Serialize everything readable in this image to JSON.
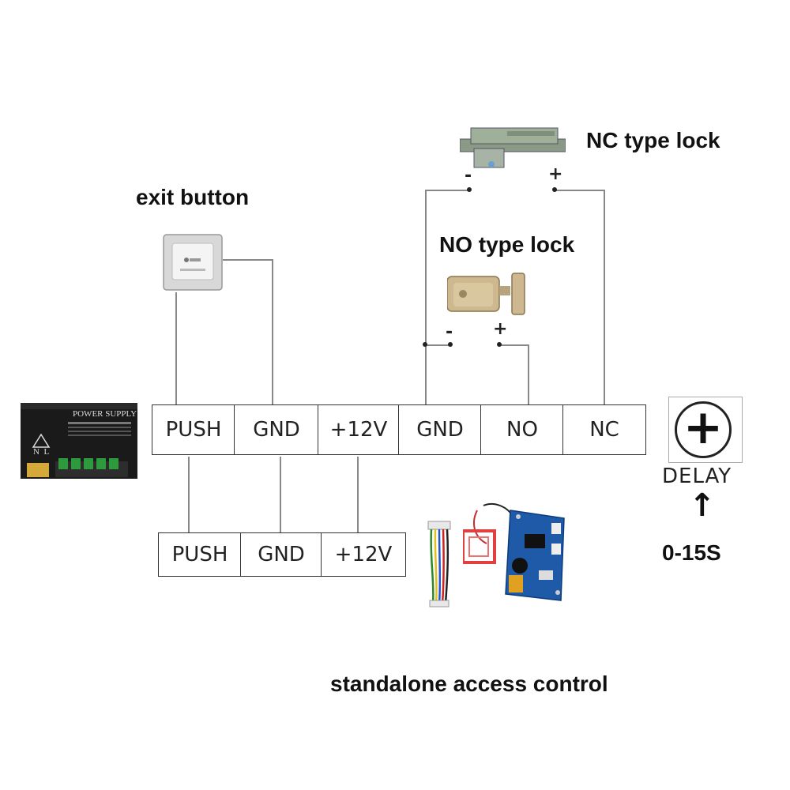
{
  "labels": {
    "nc_lock": "NC type lock",
    "exit_button": "exit button",
    "no_lock": "NO type lock",
    "standalone": "standalone access control",
    "delay": "DELAY",
    "delay_range": "0-15S",
    "plus_symbol": "+",
    "arrow_symbol": "↑"
  },
  "top_terminals": [
    "PUSH",
    "GND",
    "+12V",
    "GND",
    "NO",
    "NC"
  ],
  "bottom_terminals": [
    "PUSH",
    "GND",
    "+12V"
  ],
  "polarity": {
    "nc_minus": "-",
    "nc_plus": "+",
    "no_minus": "-",
    "no_plus": "+"
  },
  "power_supply": {
    "title": "POWER SUPPLY",
    "terminal_marks": "N  L"
  }
}
